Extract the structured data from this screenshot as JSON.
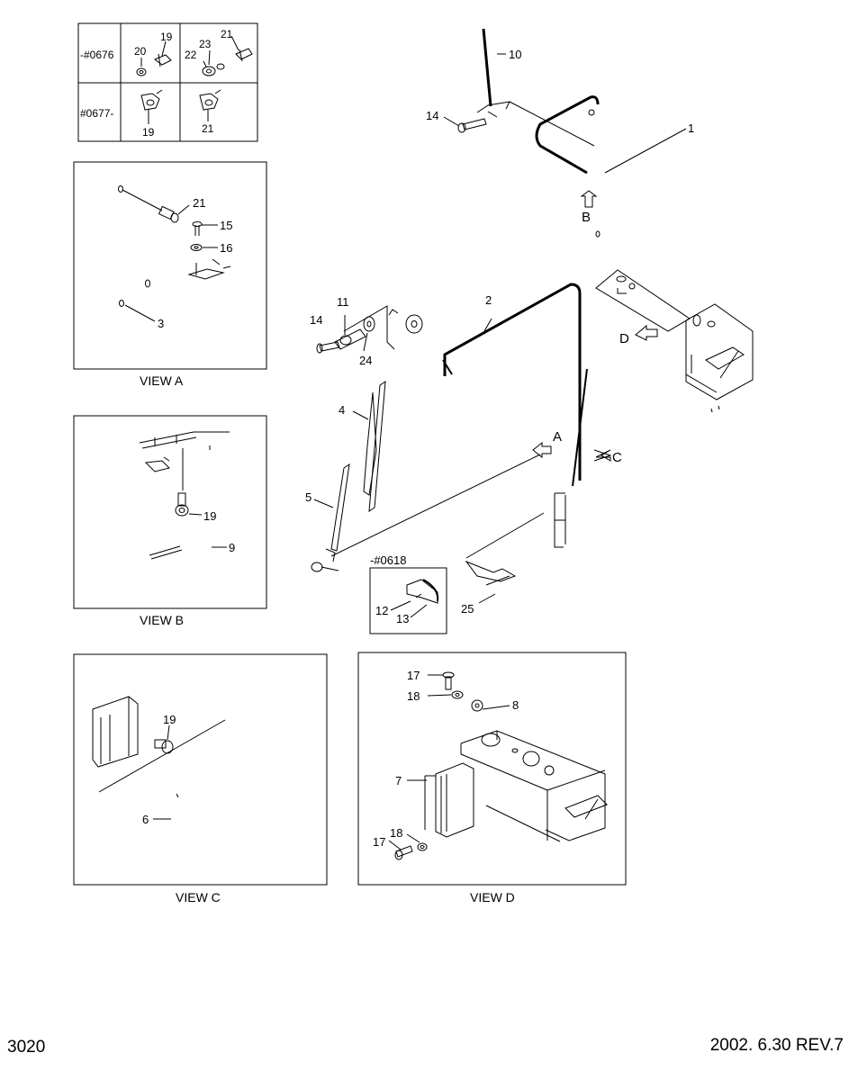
{
  "page_number": "3020",
  "revision_text": "2002. 6.30  REV.7",
  "top_table": {
    "row1_label": "-#0676",
    "row2_label": "#0677-",
    "row1_cell1_parts": [
      "19",
      "20"
    ],
    "row1_cell2_parts": [
      "21",
      "22",
      "23"
    ],
    "row2_cell1_parts": [
      "19"
    ],
    "row2_cell2_parts": [
      "21"
    ]
  },
  "views": {
    "a": {
      "label": "VIEW  A",
      "parts": [
        "21",
        "15",
        "16",
        "3"
      ]
    },
    "b": {
      "label": "VIEW  B",
      "parts": [
        "19",
        "9"
      ]
    },
    "c": {
      "label": "VIEW  C",
      "parts": [
        "19",
        "6"
      ]
    },
    "d": {
      "label": "VIEW  D",
      "parts": [
        "17",
        "18",
        "8",
        "7",
        "18",
        "17"
      ]
    }
  },
  "main": {
    "callouts": [
      "10",
      "14",
      "1",
      "2",
      "11",
      "14",
      "24",
      "4",
      "5",
      "12",
      "13",
      "25"
    ],
    "arrows": [
      "A",
      "B",
      "C",
      "D"
    ],
    "inset_label": "-#0618"
  }
}
